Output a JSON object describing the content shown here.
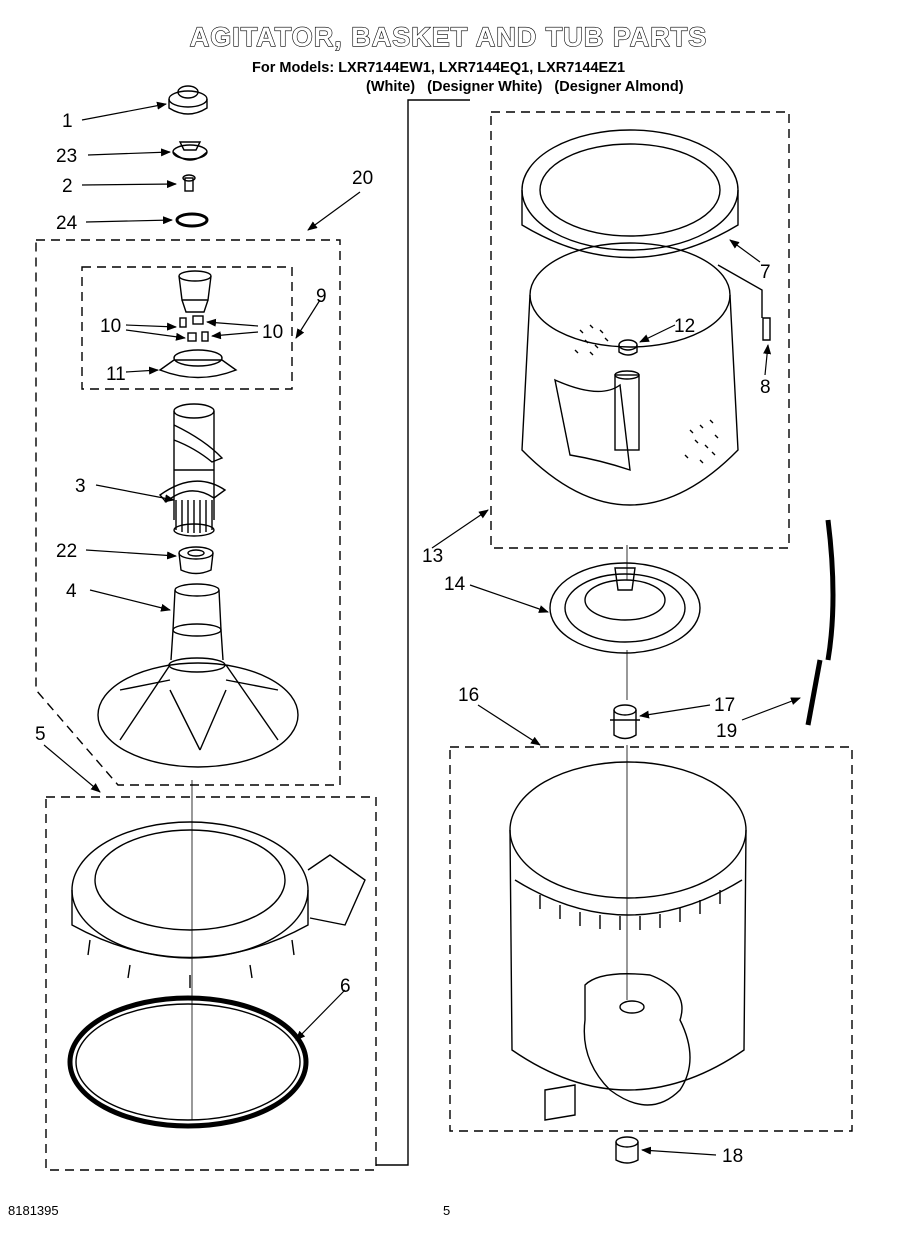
{
  "title": "AGITATOR, BASKET AND TUB PARTS",
  "models_line": "For Models: LXR7144EW1, LXR7144EQ1, LXR7144EZ1",
  "color_labels": [
    "(White)",
    "(Designer White)",
    "(Designer Almond)"
  ],
  "callouts": {
    "c1": "1",
    "c23": "23",
    "c2": "2",
    "c24": "24",
    "c20": "20",
    "c9": "9",
    "c10a": "10",
    "c10b": "10",
    "c11": "11",
    "c3": "3",
    "c22": "22",
    "c4": "4",
    "c5": "5",
    "c6": "6",
    "c7": "7",
    "c8": "8",
    "c12": "12",
    "c13": "13",
    "c14": "14",
    "c16": "16",
    "c17": "17",
    "c19": "19",
    "c18": "18"
  },
  "footer_code": "8181395",
  "page_number": "5"
}
